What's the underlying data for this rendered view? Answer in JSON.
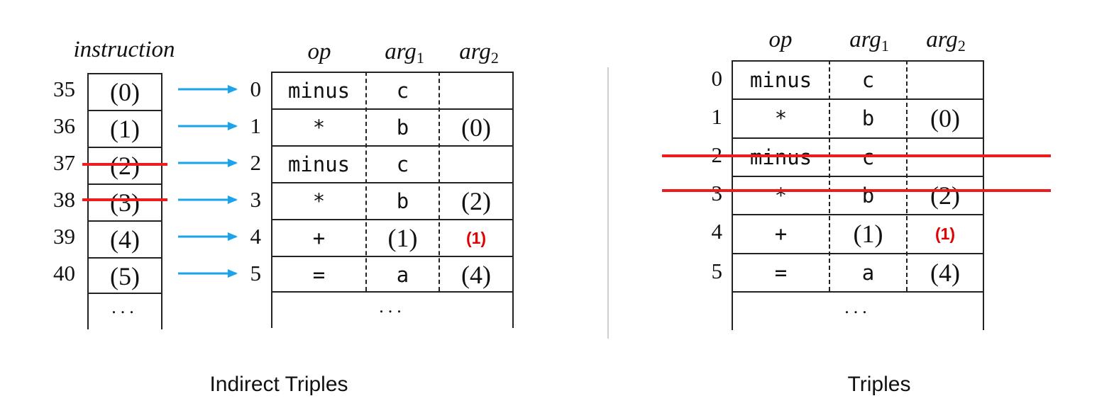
{
  "indirect": {
    "header_instruction": "instruction",
    "instructions": [
      {
        "num": "35",
        "ref": "(0)",
        "struck": false
      },
      {
        "num": "36",
        "ref": "(1)",
        "struck": false
      },
      {
        "num": "37",
        "ref": "(2)",
        "struck": true
      },
      {
        "num": "38",
        "ref": "(3)",
        "struck": true
      },
      {
        "num": "39",
        "ref": "(4)",
        "struck": false
      },
      {
        "num": "40",
        "ref": "(5)",
        "struck": false
      }
    ],
    "instruction_ellipsis": "...",
    "header_op": "op",
    "header_arg1": "arg",
    "header_arg1_sub": "1",
    "header_arg2": "arg",
    "header_arg2_sub": "2",
    "rows": [
      {
        "idx": "0",
        "op": "minus",
        "arg1": "c",
        "arg2": ""
      },
      {
        "idx": "1",
        "op": "*",
        "arg1": "b",
        "arg2": "(0)"
      },
      {
        "idx": "2",
        "op": "minus",
        "arg1": "c",
        "arg2": ""
      },
      {
        "idx": "3",
        "op": "*",
        "arg1": "b",
        "arg2": "(2)"
      },
      {
        "idx": "4",
        "op": "+",
        "arg1": "(1)",
        "arg2": "(1)"
      },
      {
        "idx": "5",
        "op": "=",
        "arg1": "a",
        "arg2": "(4)"
      }
    ],
    "table_ellipsis": "...",
    "caption": "Indirect Triples",
    "arrow_color": "#1aa3e8"
  },
  "triples": {
    "header_op": "op",
    "header_arg1": "arg",
    "header_arg1_sub": "1",
    "header_arg2": "arg",
    "header_arg2_sub": "2",
    "rows": [
      {
        "idx": "0",
        "op": "minus",
        "arg1": "c",
        "arg2": "",
        "struck": false
      },
      {
        "idx": "1",
        "op": "*",
        "arg1": "b",
        "arg2": "(0)",
        "struck": false
      },
      {
        "idx": "2",
        "op": "minus",
        "arg1": "c",
        "arg2": "",
        "struck": true
      },
      {
        "idx": "3",
        "op": "*",
        "arg1": "b",
        "arg2": "(2)",
        "struck": true
      },
      {
        "idx": "4",
        "op": "+",
        "arg1": "(1)",
        "arg2": "(1)",
        "struck": false
      },
      {
        "idx": "5",
        "op": "=",
        "arg1": "a",
        "arg2": "(4)",
        "struck": false
      }
    ],
    "table_ellipsis": "...",
    "caption": "Triples"
  },
  "colors": {
    "strike": "#ee1c1c",
    "highlight_text": "#e00000",
    "divider": "#cfcfcf"
  }
}
